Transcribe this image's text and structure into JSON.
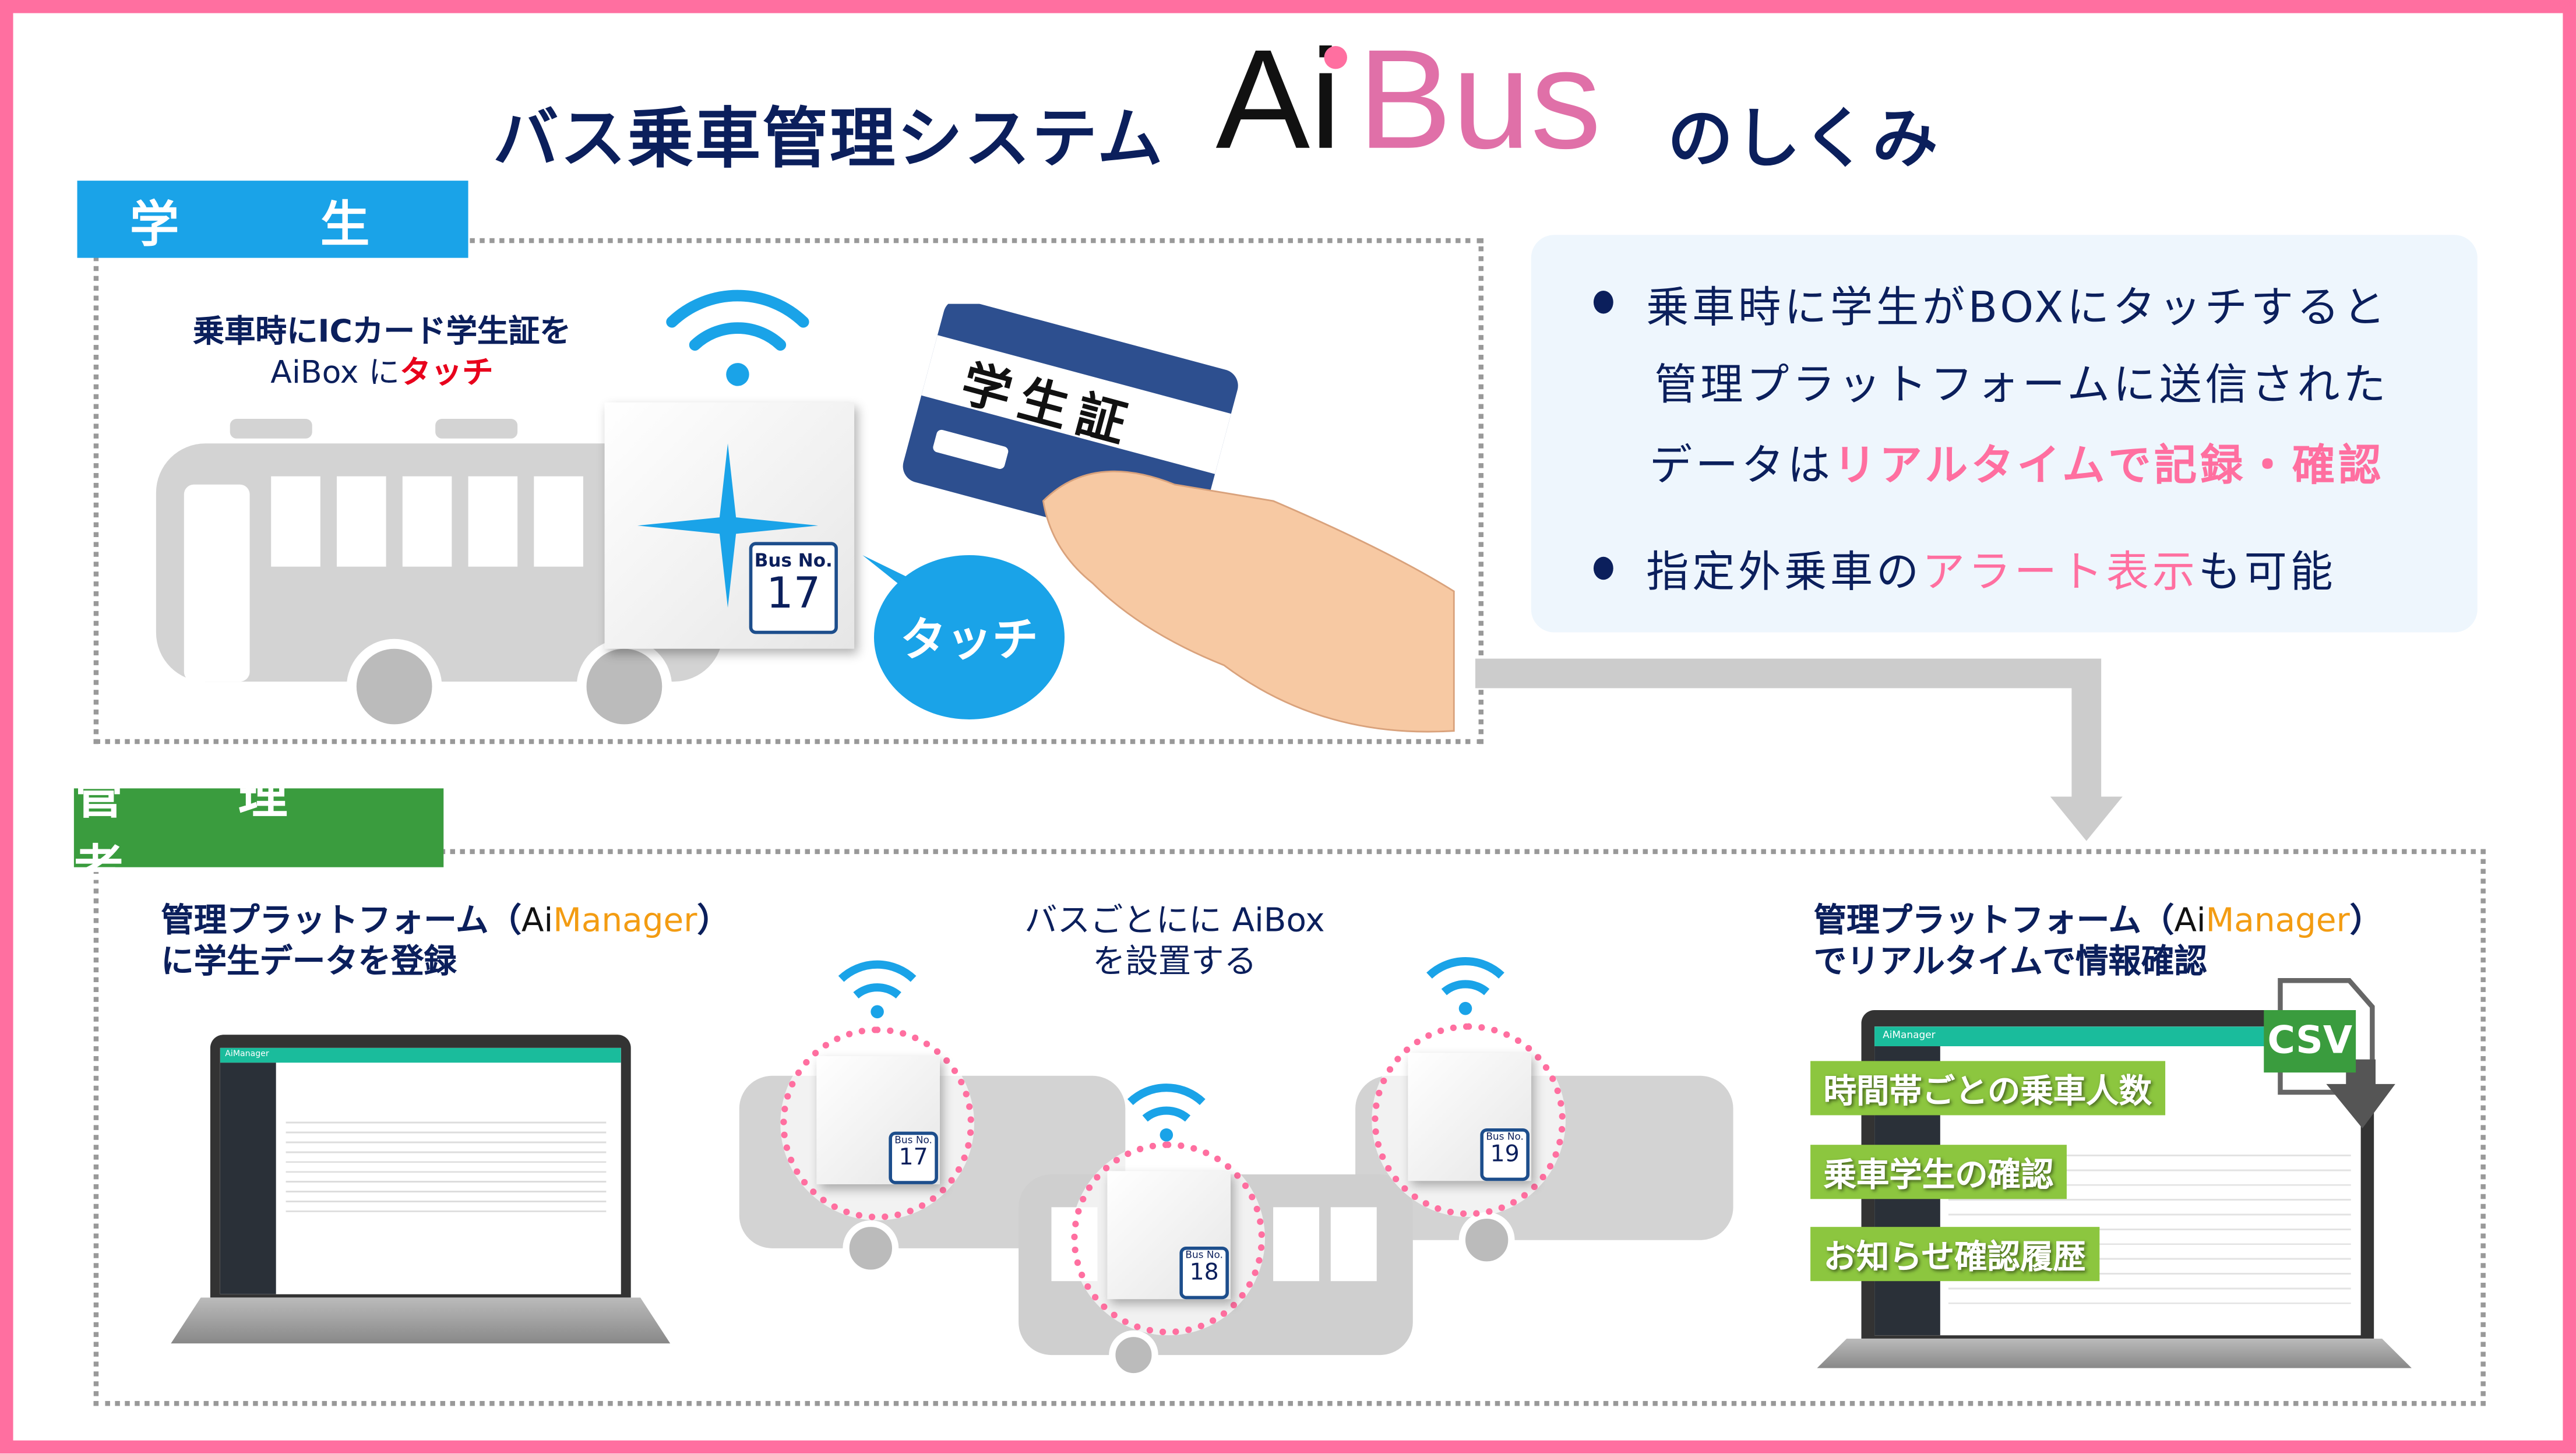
{
  "header": {
    "title": "バス乗車管理システム",
    "logo": {
      "ai": "Ai",
      "bus": "Bus"
    },
    "suffix": "のしくみ"
  },
  "colors": {
    "frame": "#ff6fa0",
    "navy": "#0b1f5c",
    "student_label": "#1aa3e8",
    "admin_label": "#3a9c3e",
    "highlight": "#ff6fa0",
    "manager_orange": "#f39c12",
    "csv_green": "#3a9c3e"
  },
  "student": {
    "label": "学　生",
    "caption_line1": "乗車時にICカード学生証を",
    "caption_line2_prefix": "AiBox に",
    "caption_line2_highlight": "タッチ",
    "card_text": "学生証",
    "bubble": "タッチ",
    "box": {
      "bus_no_label": "Bus No.",
      "bus_no": "17"
    },
    "icons": [
      "wifi-icon",
      "bus-icon",
      "sparkle-icon",
      "hand-icon",
      "ic-card-icon"
    ]
  },
  "info": {
    "bullet1_line1": "乗車時に学生がBOXにタッチすると",
    "bullet1_line2": "管理プラットフォームに送信された",
    "bullet1_line3_prefix": "データは",
    "bullet1_line3_highlight": "リアルタイムで記録・確認",
    "bullet2_prefix": "指定外乗車の",
    "bullet2_highlight": "アラート表示",
    "bullet2_suffix": "も可能"
  },
  "admin": {
    "label": "管　理　者",
    "left_caption_line1_prefix": "管理プラットフォーム（",
    "left_caption_ai": "Ai",
    "left_caption_manager": "Manager",
    "left_caption_line1_suffix": "）",
    "left_caption_line2": "に学生データを登録",
    "center_caption_line1": "バスごとにに AiBox",
    "center_caption_line2": "を設置する",
    "boxes": [
      {
        "bus_no_label": "Bus No.",
        "bus_no": "17"
      },
      {
        "bus_no_label": "Bus No.",
        "bus_no": "18"
      },
      {
        "bus_no_label": "Bus No.",
        "bus_no": "19"
      }
    ],
    "right_caption_line1_prefix": "管理プラットフォーム（",
    "right_caption_ai": "Ai",
    "right_caption_manager": "Manager",
    "right_caption_line1_suffix": "）",
    "right_caption_line2": "でリアルタイムで情報確認",
    "features": [
      "時間帯ごとの乗車人数",
      "乗車学生の確認",
      "お知らせ確認履歴"
    ],
    "csv_label": "CSV",
    "app_name": "AiManager"
  }
}
